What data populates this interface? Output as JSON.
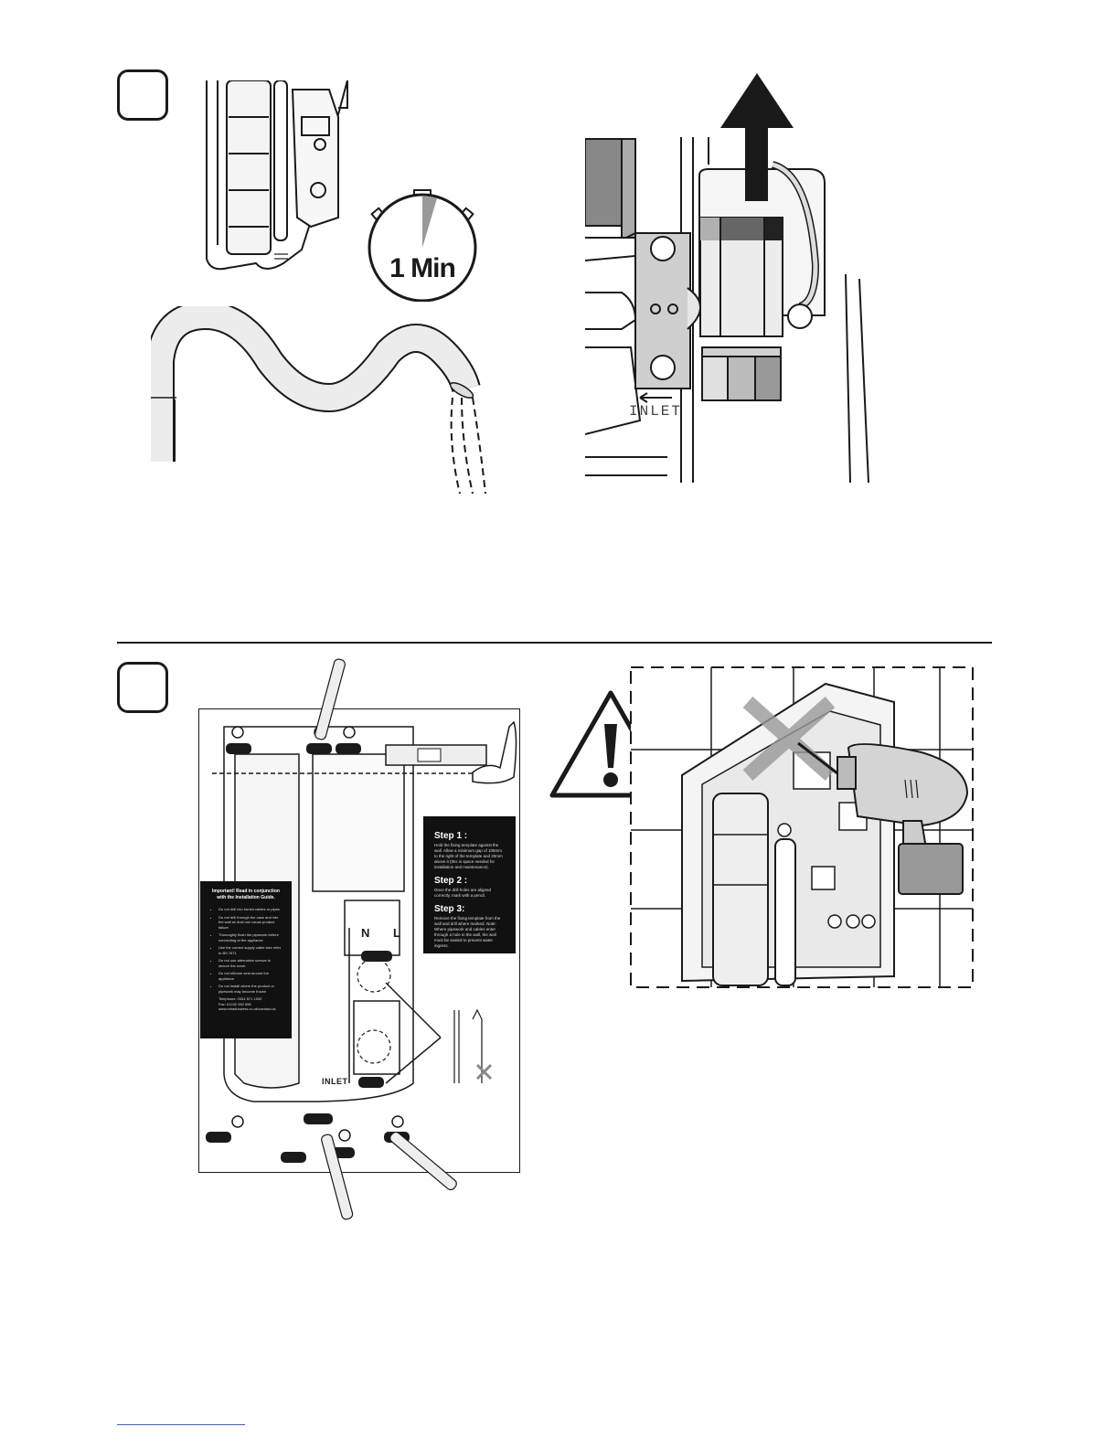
{
  "step1": {
    "timer_label": "1 Min",
    "inlet_label": "INLET"
  },
  "step2": {
    "template": {
      "step1_title": "Step 1 :",
      "step1_text": "Hold the fixing template against the wall. Allow a minimum gap of 105mm to the right of the template and 20mm above it (this is space needed for installation and maintenance).",
      "step2_title": "Step 2 :",
      "step2_text": "Once the drill holes are aligned correctly, mark with a pencil.",
      "step3_title": "Step 3:",
      "step3_text": "Remove the fixing template from the wall and drill where marked. Note: Where pipework and cables enter through a hole in the wall, the wall must be sealed to prevent water ingress.",
      "important_heading": "Important! Read in conjunction with the Installation Guide.",
      "important_items": [
        "Do not drill into buried cables or pipes",
        "Do not drill through the case and into the wall as dust can cause product failure",
        "Thoroughly flush the pipework before connecting to the appliance",
        "Use the correct supply cable size refer to BS 7671",
        "Do not use alternative screws to secure the cover",
        "Do not silicone seal around the appliance",
        "Do not install where the product or pipework may become frozen"
      ],
      "contact_lines": [
        "Telephone: 0344 571 1000",
        "Fax: 01242 282 595",
        "www.mirashowers.co.uk/contact-us"
      ],
      "terminal_n": "N",
      "terminal_l": "L",
      "inlet_label": "INLET"
    }
  }
}
